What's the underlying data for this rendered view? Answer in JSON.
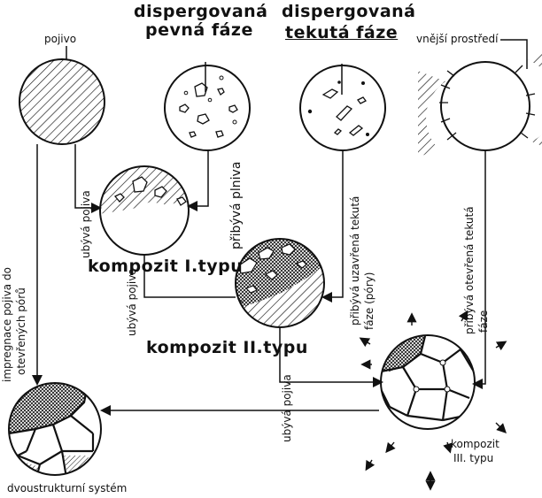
{
  "labels": {
    "pojivo": "pojivo",
    "disp_pevna_1": "dispergovaná",
    "disp_pevna_2": "pevná fáze",
    "disp_tekuta_1": "dispergovaná",
    "disp_tekuta_2": "tekutá fáze",
    "vnejsi": "vnější prostředí",
    "kompozit1": "kompozit I.typu",
    "kompozit2": "kompozit II.typu",
    "kompozit3_1": "kompozit",
    "kompozit3_2": "III. typu",
    "dvoustrukturni": "dvoustrukturní systém",
    "ubyva_pojiva_1": "ubývá pojiva",
    "pribyva_plniva": "přibývá plniva",
    "ubyva_pojiva_2": "ubývá pojiva",
    "pribyva_uzavrena_1": "přibývá uzavřená tekutá",
    "pribyva_uzavrena_2": "fáze (póry)",
    "impregnace_1": "impregnace pojiva do",
    "impregnace_2": "otevřených pórů",
    "ubyva_pojiva_3": "ubývá pojiva",
    "pribyva_otevrena_1": "přibývá otevřená tekutá",
    "pribyva_otevrena_2": "fáze"
  }
}
